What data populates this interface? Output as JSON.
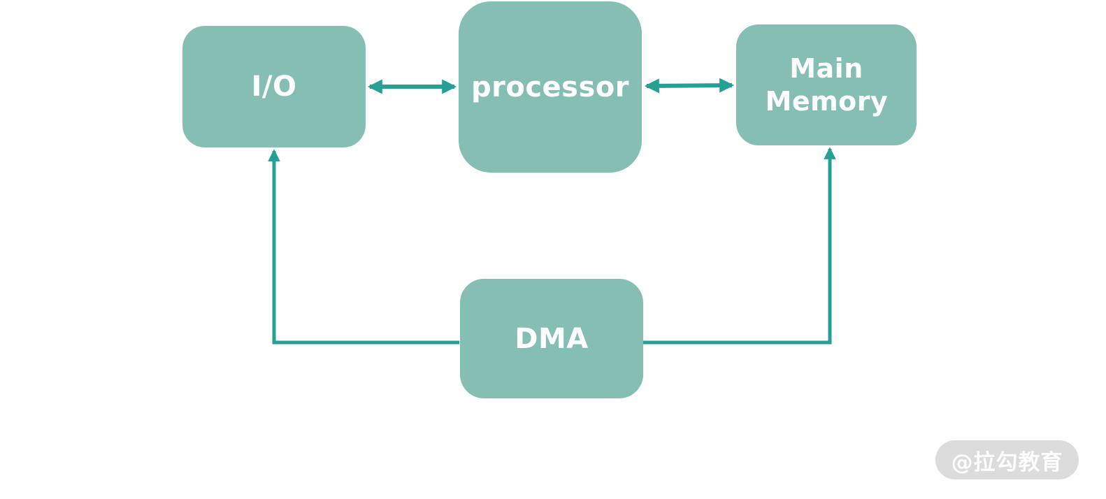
{
  "nodes": {
    "io": {
      "label": "I/O"
    },
    "processor": {
      "label": "processor"
    },
    "main_memory": {
      "label": "Main Memory"
    },
    "dma": {
      "label": "DMA"
    }
  },
  "edges": [
    {
      "from": "I/O",
      "to": "processor",
      "style": "double-arrow"
    },
    {
      "from": "processor",
      "to": "Main Memory",
      "style": "double-arrow"
    },
    {
      "from": "DMA",
      "to": "I/O",
      "style": "elbow-arrow"
    },
    {
      "from": "DMA",
      "to": "Main Memory",
      "style": "elbow-arrow"
    }
  ],
  "watermark": {
    "text": "@拉勾教育"
  },
  "colors": {
    "background": "#ffffff",
    "node_fill": "#85beb3",
    "node_text": "#ffffff",
    "edge": "#26a094",
    "watermark_bg": "#dcdcdc",
    "watermark_text": "#fdfdfd"
  }
}
